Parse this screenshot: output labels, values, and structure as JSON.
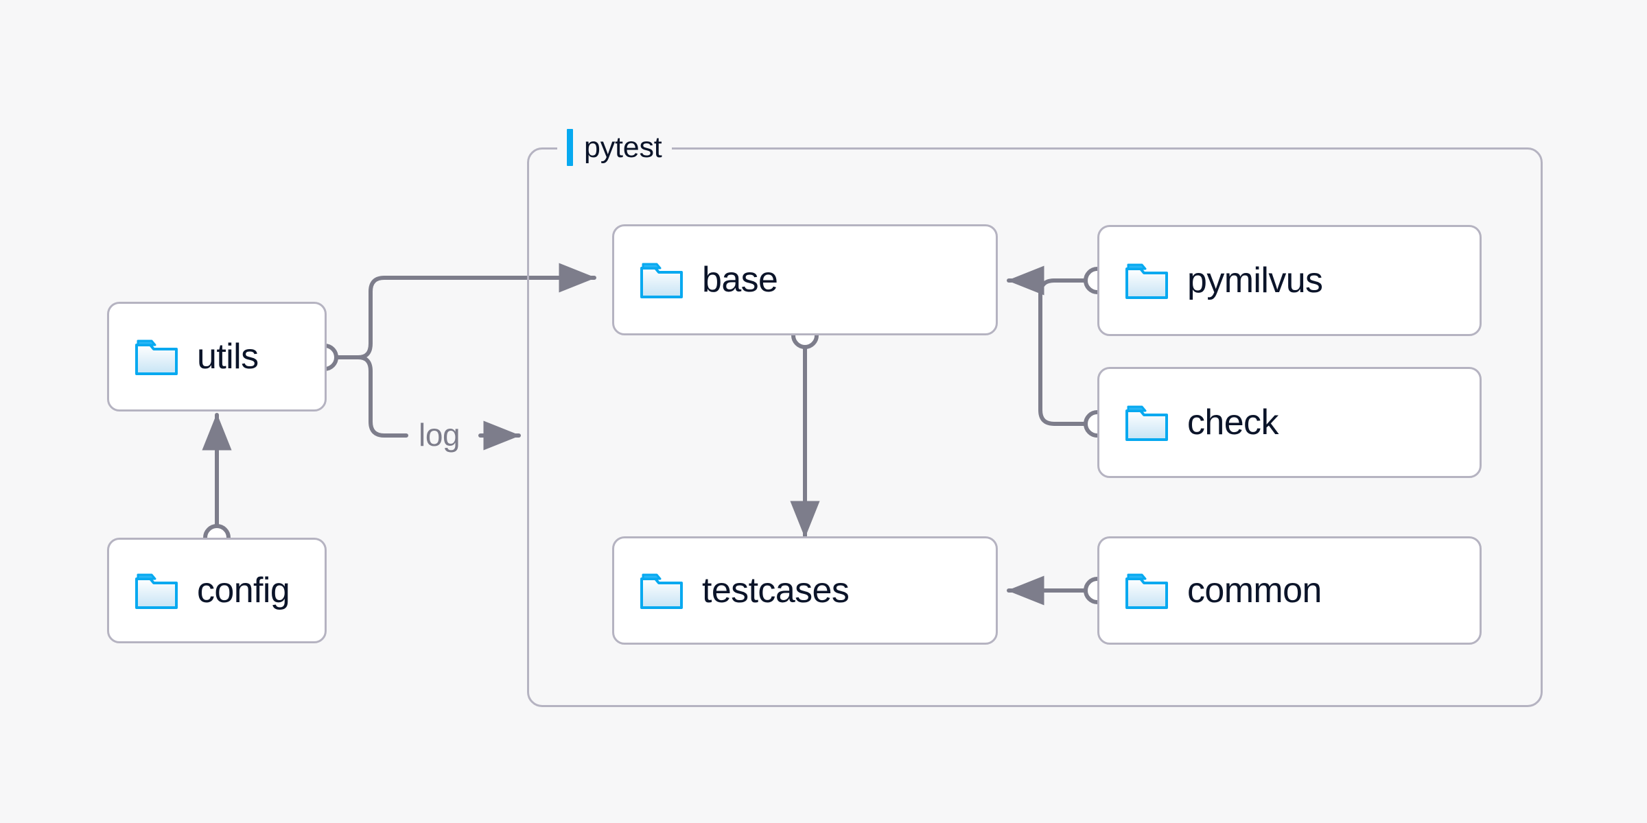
{
  "diagram": {
    "type": "dependency-diagram",
    "background_color": "#f7f7f8",
    "border_color": "#b5b3c1",
    "connector_color": "#7d7d8b",
    "accent_color": "#07a9f0",
    "text_color": "#0b1429",
    "group": {
      "label": "pytest",
      "accent_color": "#07a9f0"
    },
    "nodes": [
      {
        "id": "utils",
        "label": "utils",
        "icon": "folder-icon"
      },
      {
        "id": "config",
        "label": "config",
        "icon": "folder-icon"
      },
      {
        "id": "base",
        "label": "base",
        "icon": "folder-icon"
      },
      {
        "id": "testcases",
        "label": "testcases",
        "icon": "folder-icon"
      },
      {
        "id": "pymilvus",
        "label": "pymilvus",
        "icon": "folder-icon"
      },
      {
        "id": "check",
        "label": "check",
        "icon": "folder-icon"
      },
      {
        "id": "common",
        "label": "common",
        "icon": "folder-icon"
      }
    ],
    "edge_labels": [
      {
        "id": "log",
        "label": "log"
      }
    ],
    "edges": [
      {
        "from": "config",
        "to": "utils",
        "label": ""
      },
      {
        "from": "utils",
        "to": "base",
        "label": ""
      },
      {
        "from": "utils",
        "to": "pytest",
        "label": "log"
      },
      {
        "from": "base",
        "to": "testcases",
        "label": ""
      },
      {
        "from": "pymilvus",
        "to": "base",
        "label": ""
      },
      {
        "from": "check",
        "to": "base",
        "label": ""
      },
      {
        "from": "common",
        "to": "testcases",
        "label": ""
      }
    ]
  }
}
